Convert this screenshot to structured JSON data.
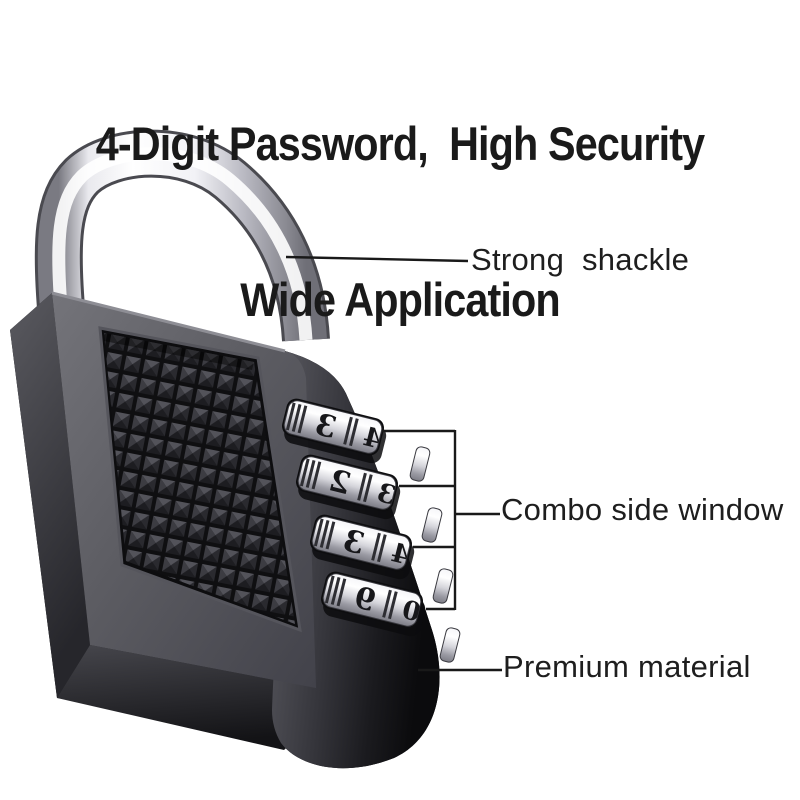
{
  "title": {
    "line1": "4-Digit Password,  High Security",
    "line2": "Wide Application"
  },
  "callouts": {
    "shackle": "Strong  shackle",
    "combo": "Combo side window",
    "material": "Premium material"
  },
  "lock": {
    "dials": [
      {
        "main": "3",
        "next": "4"
      },
      {
        "main": "2",
        "next": "3"
      },
      {
        "main": "3",
        "next": "4"
      },
      {
        "main": "9",
        "next": "0"
      }
    ]
  },
  "colors": {
    "background": "#ffffff",
    "text": "#1a1a1a",
    "callout_line": "#191919",
    "chrome_highlight": "#ffffff",
    "body_gray": "#5d5d63",
    "body_dark": "#131316"
  }
}
